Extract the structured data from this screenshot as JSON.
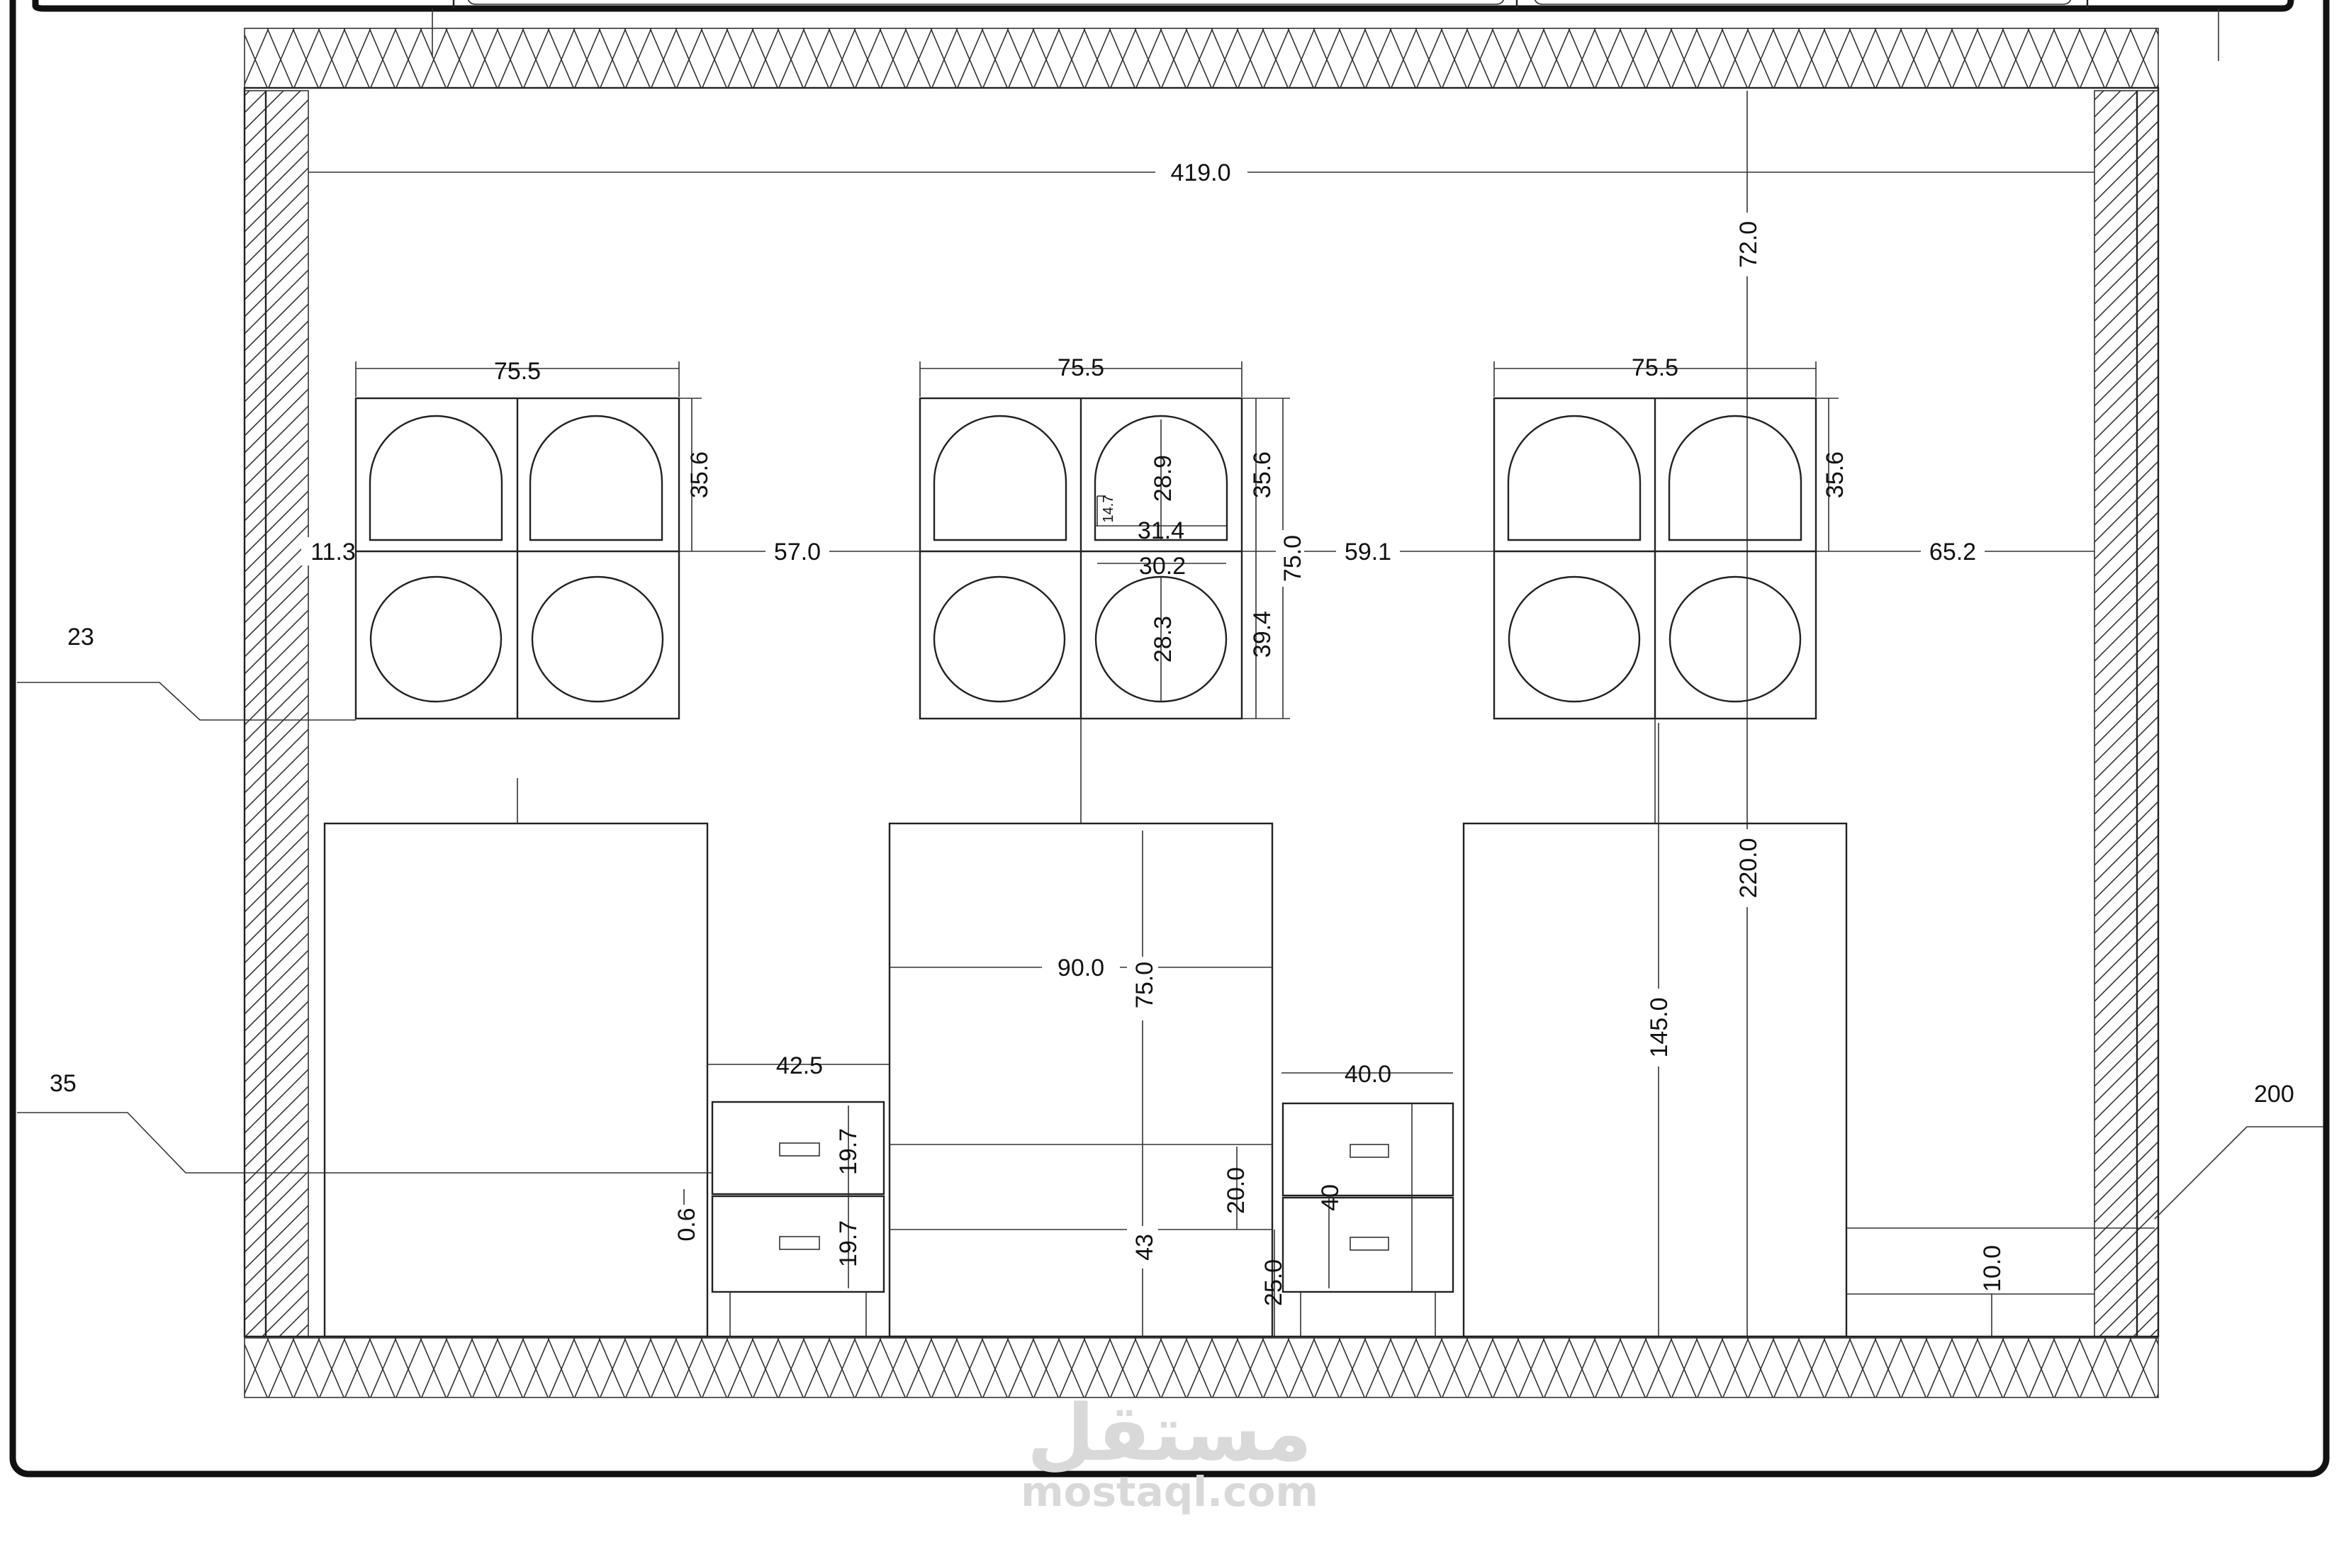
{
  "dimensions": {
    "total_width": "419.0",
    "right_top_height": "72.0",
    "upper_width_1": "75.5",
    "upper_width_2": "75.5",
    "upper_width_3": "75.5",
    "upper_half_h_1": "35.6",
    "upper_half_h_2": "35.6",
    "upper_half_h_3": "35.6",
    "gap_left": "11.3",
    "gap_1": "57.0",
    "gap_2": "59.1",
    "gap_right": "65.2",
    "arch_height": "28.9",
    "arch_small": "14.7",
    "arch_width": "31.4",
    "circle_width": "30.2",
    "circle_height": "28.3",
    "upper_total_height": "75.0",
    "lower_half_height": "39.4",
    "cabinet_width": "90.0",
    "cabinet_height": "75.0",
    "nightstand_1_width": "42.5",
    "drawer_h_1": "19.7",
    "drawer_h_2": "19.7",
    "drawer_gap": "0.6",
    "nightstand_2_width": "40.0",
    "nightstand_2_height": "40",
    "desk_gap": "20.0",
    "desk_height": "43",
    "leg_height": "25.0",
    "tall_height": "145.0",
    "room_height": "220.0",
    "skirting": "10.0"
  },
  "tags": {
    "tag_23": "23",
    "tag_35": "35",
    "tag_200": "200"
  },
  "watermark": {
    "arabic": "مستقل",
    "latin": "mostaql.com"
  },
  "colors": {
    "line": "#222222",
    "frame": "#111111",
    "watermark": "#d9d9d9"
  }
}
